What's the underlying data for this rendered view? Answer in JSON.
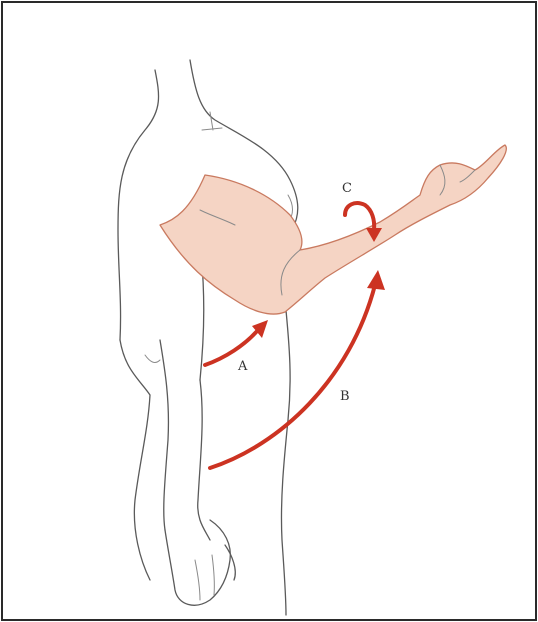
{
  "figure": {
    "labels": {
      "a": "A",
      "b": "B",
      "c": "C"
    },
    "colors": {
      "arrow": "#cc3322",
      "arm_fill": "#f5d4c4",
      "outline": "#5a5a5a"
    }
  }
}
